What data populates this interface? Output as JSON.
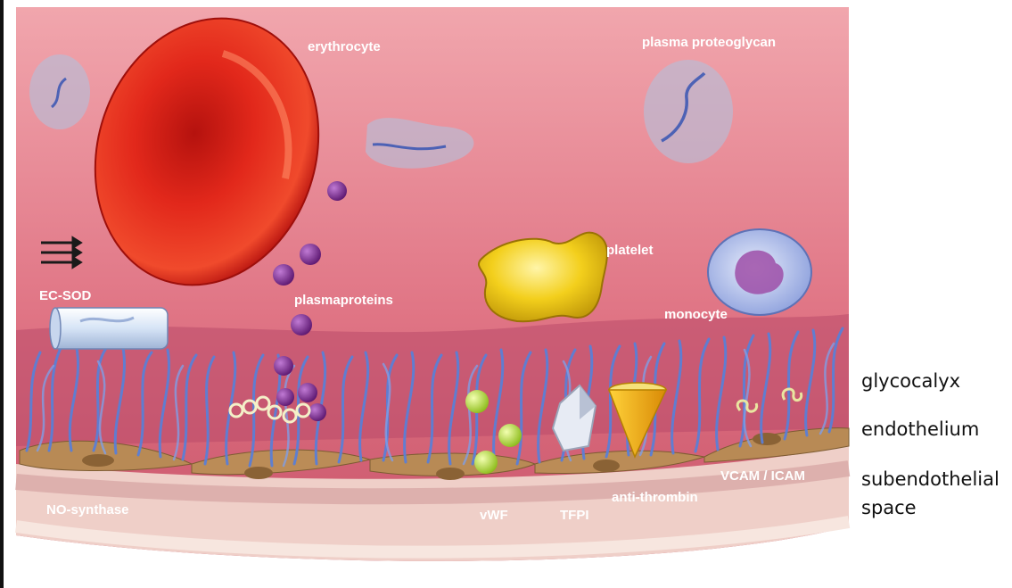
{
  "figure": {
    "labels": {
      "erythrocyte": "erythrocyte",
      "plasma_proteoglycan": "plasma proteoglycan",
      "platelet": "platelet",
      "monocyte": "monocyte",
      "plasmaproteins": "plasmaproteins",
      "ec_sod": "EC-SOD",
      "no_synthase": "NO-synthase",
      "vwf": "vWF",
      "tfpi": "TFPI",
      "anti_thrombin": "anti-thrombin",
      "vcam_icam": "VCAM / ICAM"
    },
    "side_labels": {
      "glycocalyx": "glycocalyx",
      "endothelium": "endothelium",
      "subendothelial_line1": "subendothelial",
      "subendothelial_line2": "space"
    },
    "colors": {
      "plasma": "#e0707e",
      "plasma_light": "#f0b7bd",
      "erythrocyte": "#d81e14",
      "platelet": "#f2cc1a",
      "glycocalyx_fiber": "#5b7fd6",
      "protein": "#7a2b8c",
      "endothelium": "#b88a55",
      "vessel_wall": "#f4d9cf"
    },
    "icons": [
      "flow-arrows-icon"
    ]
  }
}
